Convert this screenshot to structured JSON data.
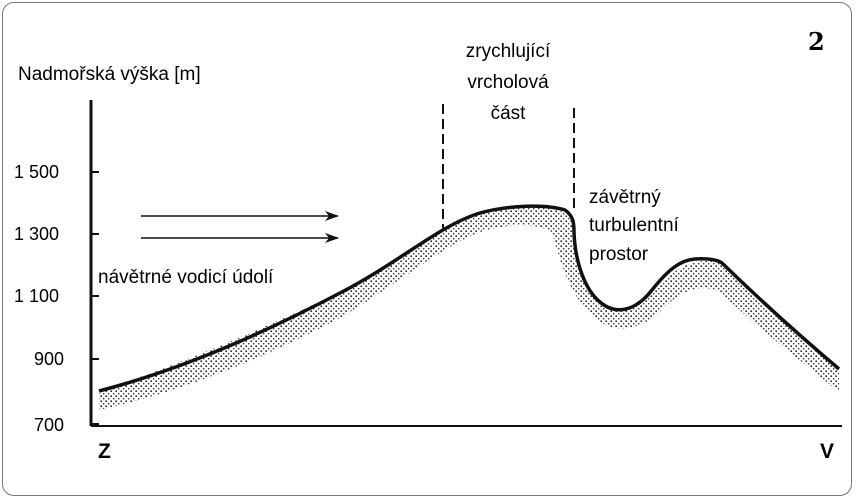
{
  "panel_number": "2",
  "axis": {
    "ylabel": "Nadmořská výška [m]",
    "ticks": [
      "700",
      "900",
      "1 100",
      "1 300",
      "1 500"
    ],
    "x_left": "Z",
    "x_right": "V"
  },
  "annotations": {
    "windward_valley": "návětrné vodicí údolí",
    "summit_line1": "zrychlující",
    "summit_line2": "vrcholová",
    "summit_line3": "část",
    "leeward_line1": "závětrný",
    "leeward_line2": "turbulentní",
    "leeward_line3": "prostor"
  },
  "icons": [
    "wind-arrow",
    "wind-arrow"
  ]
}
